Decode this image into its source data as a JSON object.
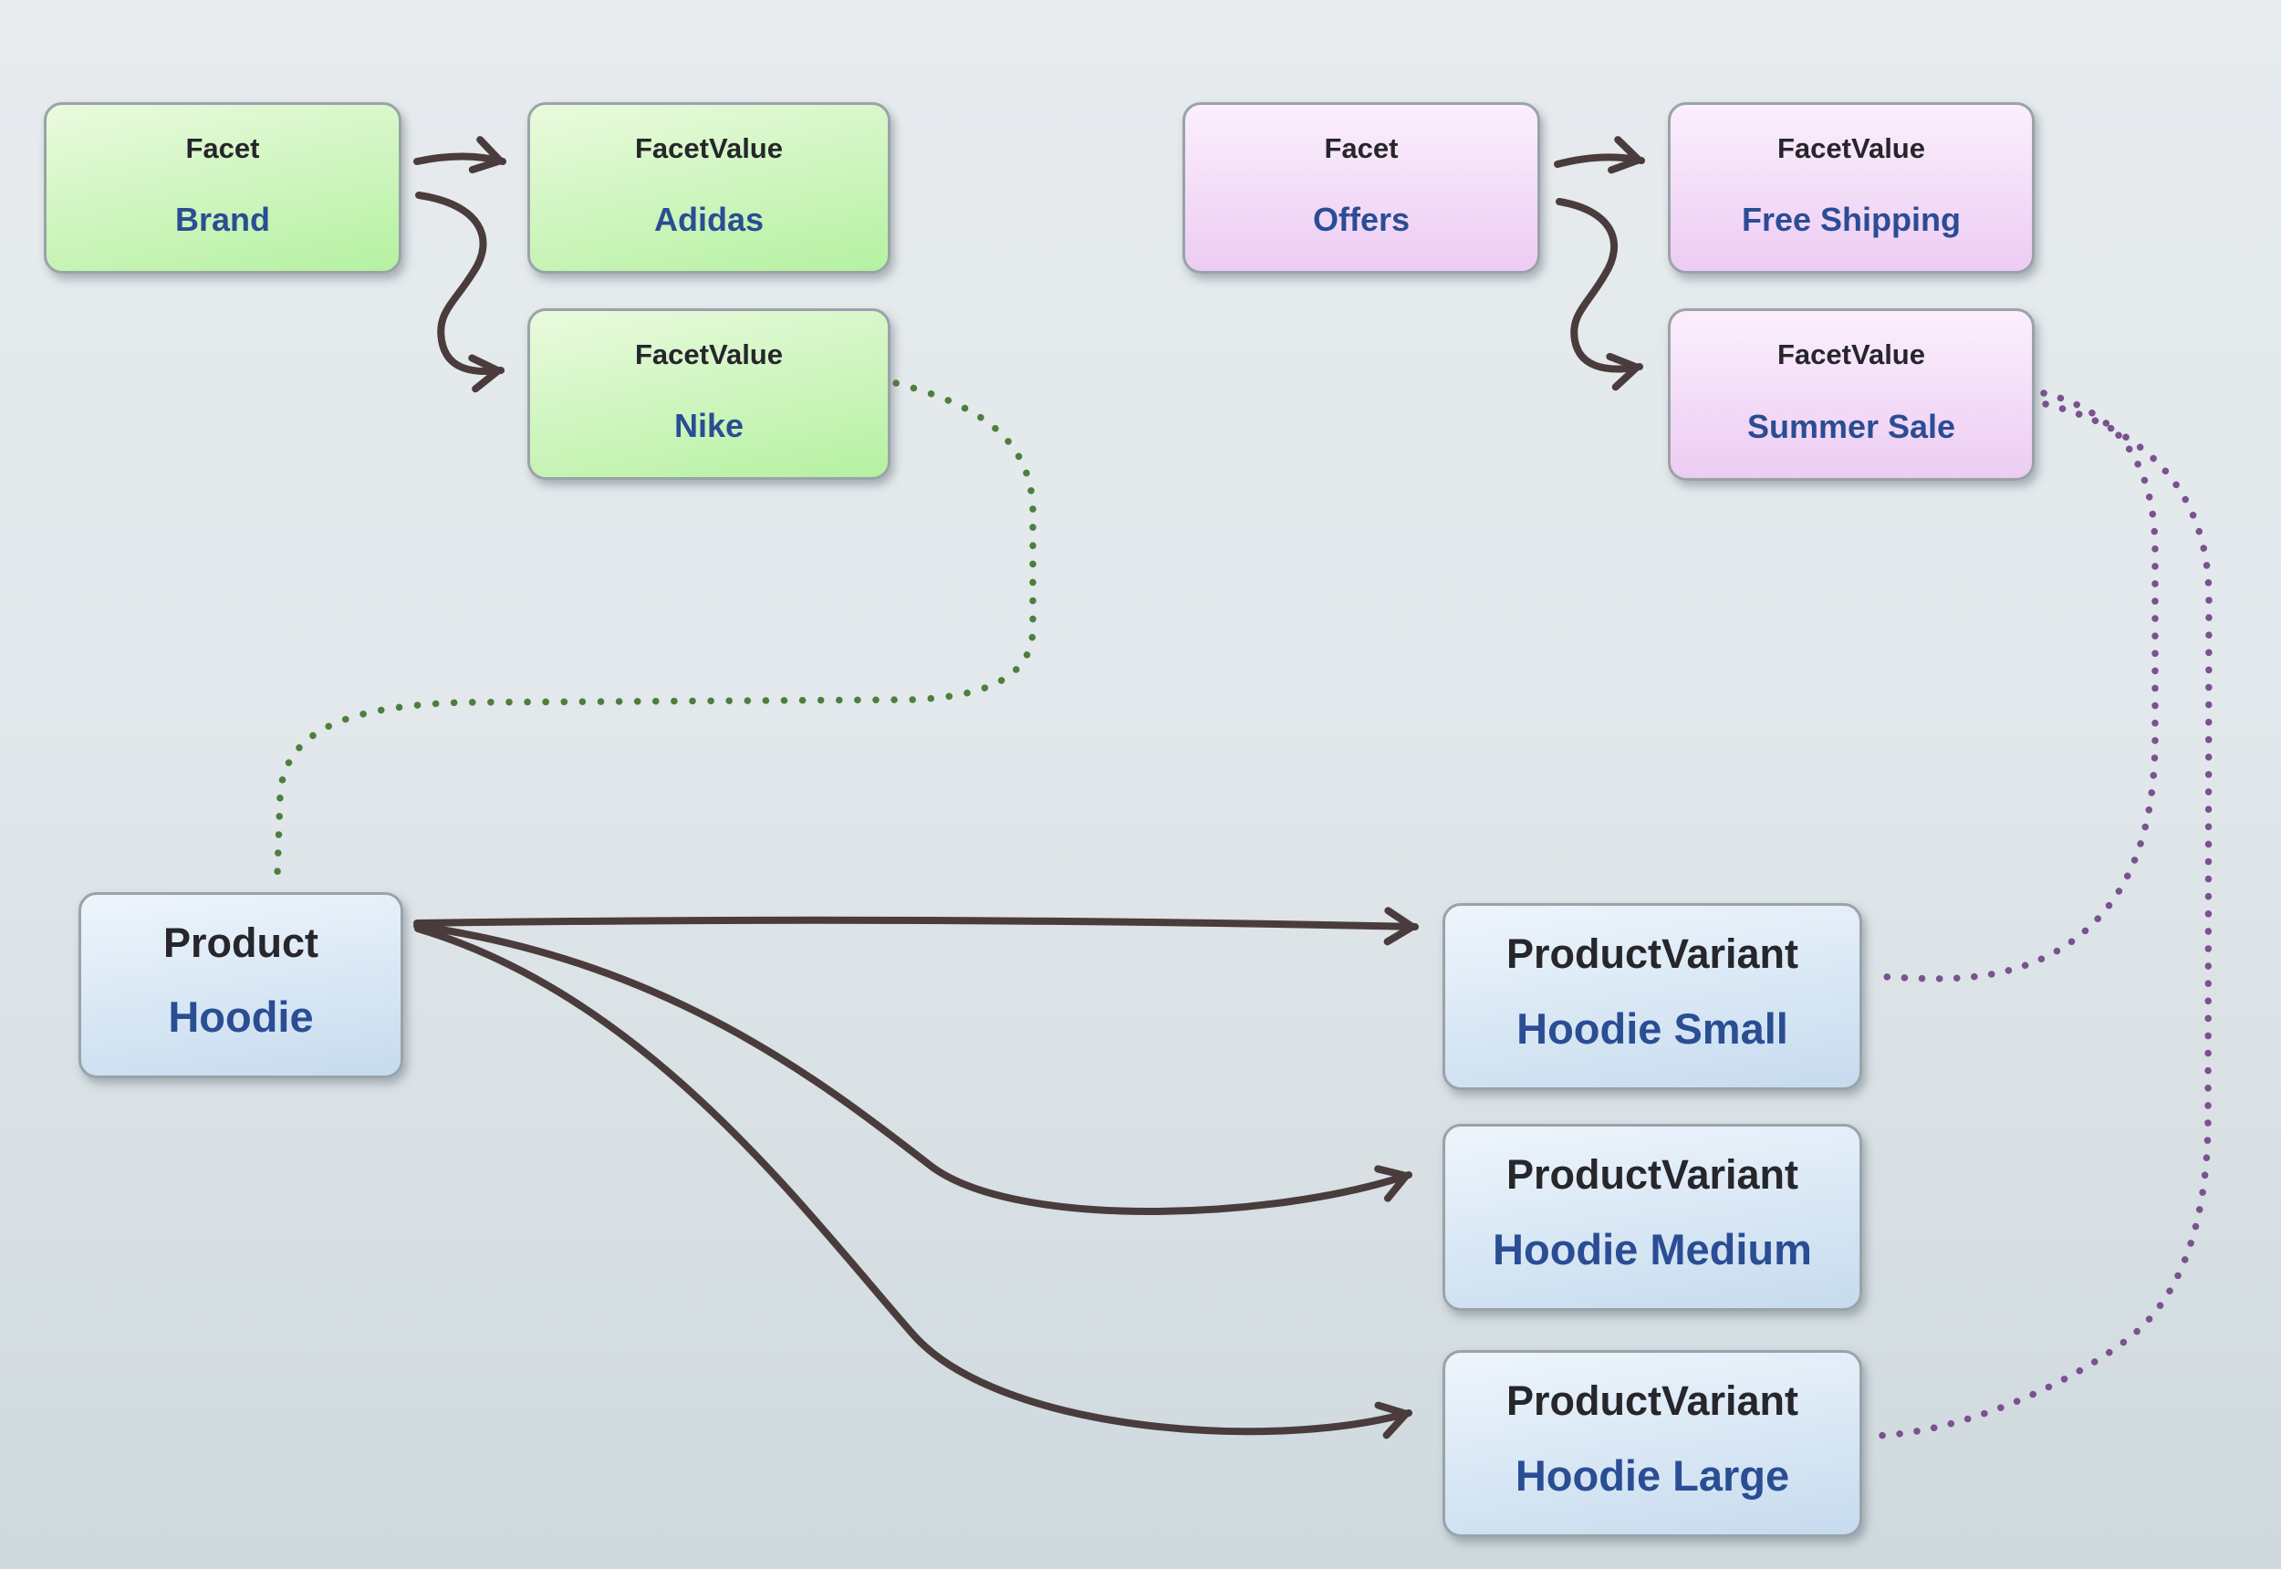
{
  "diagram": {
    "nodes": {
      "brand": {
        "type": "Facet",
        "value": "Brand"
      },
      "adidas": {
        "type": "FacetValue",
        "value": "Adidas"
      },
      "nike": {
        "type": "FacetValue",
        "value": "Nike"
      },
      "offers": {
        "type": "Facet",
        "value": "Offers"
      },
      "free_shipping": {
        "type": "FacetValue",
        "value": "Free Shipping"
      },
      "summer_sale": {
        "type": "FacetValue",
        "value": "Summer Sale"
      },
      "hoodie": {
        "type": "Product",
        "value": "Hoodie"
      },
      "hoodie_small": {
        "type": "ProductVariant",
        "value": "Hoodie Small"
      },
      "hoodie_medium": {
        "type": "ProductVariant",
        "value": "Hoodie Medium"
      },
      "hoodie_large": {
        "type": "ProductVariant",
        "value": "Hoodie Large"
      }
    },
    "edges": [
      {
        "from": "brand",
        "to": "adidas",
        "style": "solid-arrow"
      },
      {
        "from": "brand",
        "to": "nike",
        "style": "solid-arrow"
      },
      {
        "from": "offers",
        "to": "free_shipping",
        "style": "solid-arrow"
      },
      {
        "from": "offers",
        "to": "summer_sale",
        "style": "solid-arrow"
      },
      {
        "from": "hoodie",
        "to": "hoodie_small",
        "style": "solid-arrow"
      },
      {
        "from": "hoodie",
        "to": "hoodie_medium",
        "style": "solid-arrow"
      },
      {
        "from": "hoodie",
        "to": "hoodie_large",
        "style": "solid-arrow"
      },
      {
        "from": "nike",
        "to": "hoodie",
        "style": "dotted-green"
      },
      {
        "from": "summer_sale",
        "to": "hoodie_small",
        "style": "dotted-purple"
      },
      {
        "from": "summer_sale",
        "to": "hoodie_large",
        "style": "dotted-purple"
      }
    ],
    "colors": {
      "arrow_color": "#4a3c3c",
      "dotted_green": "#4e7e3d",
      "dotted_purple": "#7b5190",
      "node_border": "#99a3a9",
      "type_text": "#26262b",
      "value_text": "#2a4d94",
      "facet_green_top": "#eafade",
      "facet_green_bottom": "#b5f1a1",
      "facet_purple_top": "#fbeffd",
      "facet_purple_bottom": "#edccf3",
      "product_blue_top": "#eef5fc",
      "product_blue_bottom": "#c6dbee",
      "bg_top": "#e7ebee",
      "bg_bottom": "#cfd9de"
    }
  }
}
